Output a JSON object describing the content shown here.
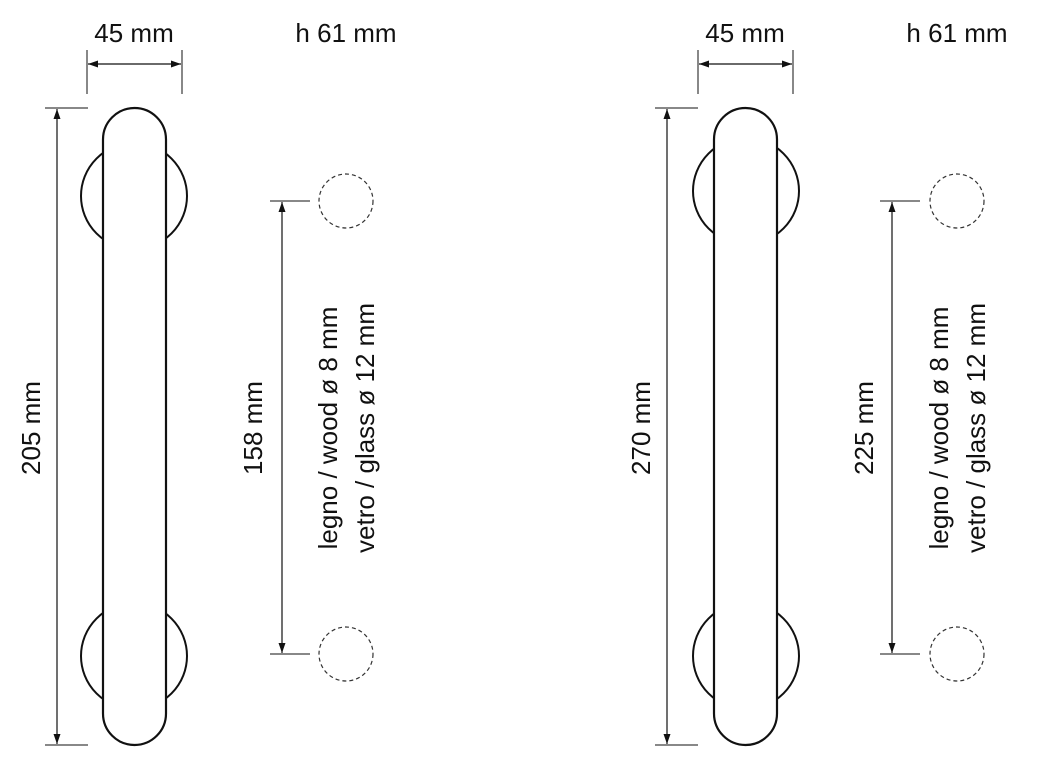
{
  "handles": [
    {
      "id": "handle-205",
      "width_label": "45 mm",
      "height_label": "h 61 mm",
      "length_label": "205 mm",
      "hole_distance_label": "158 mm",
      "material_wood": "legno / wood ø 8 mm",
      "material_glass": "vetro / glass ø 12 mm"
    },
    {
      "id": "handle-270",
      "width_label": "45 mm",
      "height_label": "h 61 mm",
      "length_label": "270 mm",
      "hole_distance_label": "225 mm",
      "material_wood": "legno / wood ø 8 mm",
      "material_glass": "vetro / glass ø 12 mm"
    }
  ]
}
